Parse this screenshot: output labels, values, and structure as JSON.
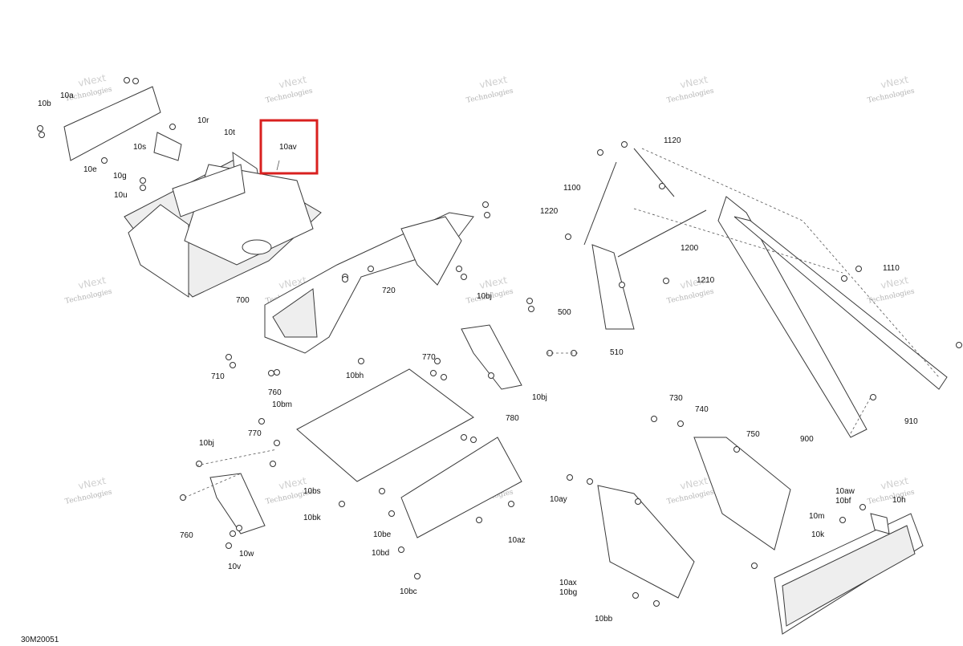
{
  "diagram": {
    "code": "30M20051",
    "highlight_color": "#d9201f",
    "highlighted_label": "10av",
    "watermark_line1": "vNext",
    "watermark_line2": "Technologies",
    "watermark_text": "vNext Technologies",
    "labels": [
      "10b",
      "10a",
      "10r",
      "10t",
      "10s",
      "10e",
      "10g",
      "10u",
      "10av",
      "1120",
      "1100",
      "1220",
      "1200",
      "1110",
      "1210",
      "500",
      "510",
      "700",
      "720",
      "10bj",
      "710",
      "760",
      "770",
      "10bh",
      "10bj",
      "780",
      "730",
      "740",
      "750",
      "910",
      "900",
      "10bm",
      "770",
      "10bj",
      "10bs",
      "10bk",
      "760",
      "10w",
      "10v",
      "10be",
      "10bd",
      "10bc",
      "10ay",
      "10az",
      "10ax",
      "10bg",
      "10bb",
      "10aw",
      "10bf",
      "10h",
      "10m",
      "10k"
    ]
  }
}
